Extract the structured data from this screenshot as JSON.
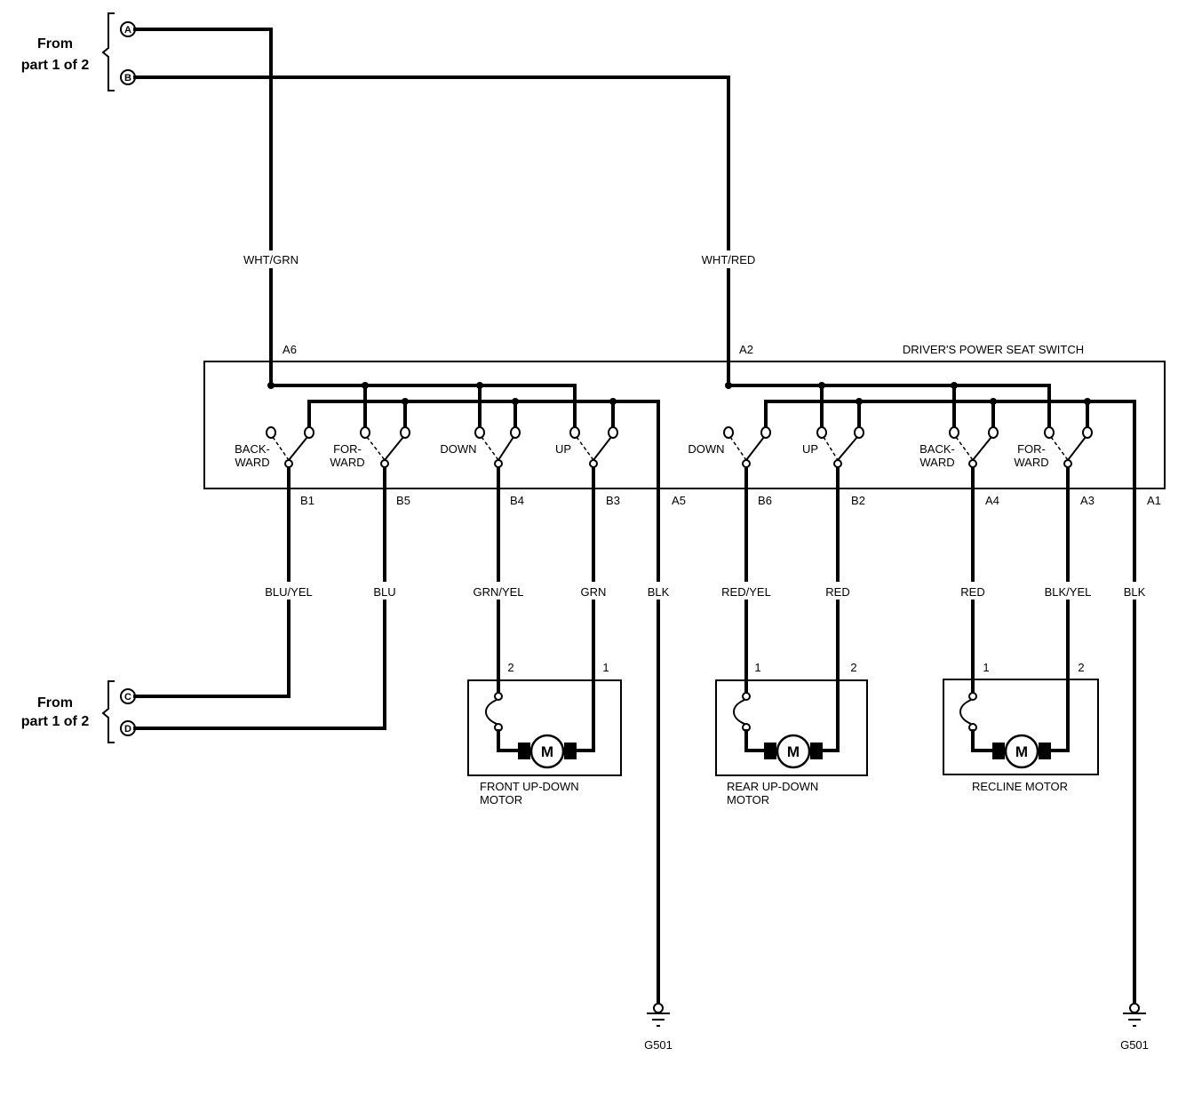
{
  "from_label": [
    "From",
    "part 1 of 2"
  ],
  "connectors": [
    "A",
    "B",
    "C",
    "D"
  ],
  "switch_title": "DRIVER'S POWER SEAT SWITCH",
  "input_wires": {
    "a": "WHT/GRN",
    "b": "WHT/RED"
  },
  "top_pins": {
    "a": "A6",
    "b": "A2"
  },
  "switches": [
    [
      "BACK-",
      "WARD"
    ],
    [
      "FOR-",
      "WARD"
    ],
    [
      "DOWN"
    ],
    [
      "UP"
    ],
    [
      "DOWN"
    ],
    [
      "UP"
    ],
    [
      "BACK-",
      "WARD"
    ],
    [
      "FOR-",
      "WARD"
    ]
  ],
  "pins": [
    "B1",
    "B5",
    "B4",
    "B3",
    "A5",
    "B6",
    "B2",
    "A4",
    "A3",
    "A1"
  ],
  "wires": [
    "BLU/YEL",
    "BLU",
    "GRN/YEL",
    "GRN",
    "BLK",
    "RED/YEL",
    "RED",
    "RED",
    "BLK/YEL",
    "BLK"
  ],
  "motors": [
    {
      "name": [
        "FRONT UP-DOWN",
        "MOTOR"
      ],
      "pins": [
        "2",
        "1"
      ],
      "symbol": "M"
    },
    {
      "name": [
        "REAR UP-DOWN",
        "MOTOR"
      ],
      "pins": [
        "1",
        "2"
      ],
      "symbol": "M"
    },
    {
      "name": [
        "RECLINE MOTOR"
      ],
      "pins": [
        "1",
        "2"
      ],
      "symbol": "M"
    }
  ],
  "grounds": [
    "G501",
    "G501"
  ]
}
